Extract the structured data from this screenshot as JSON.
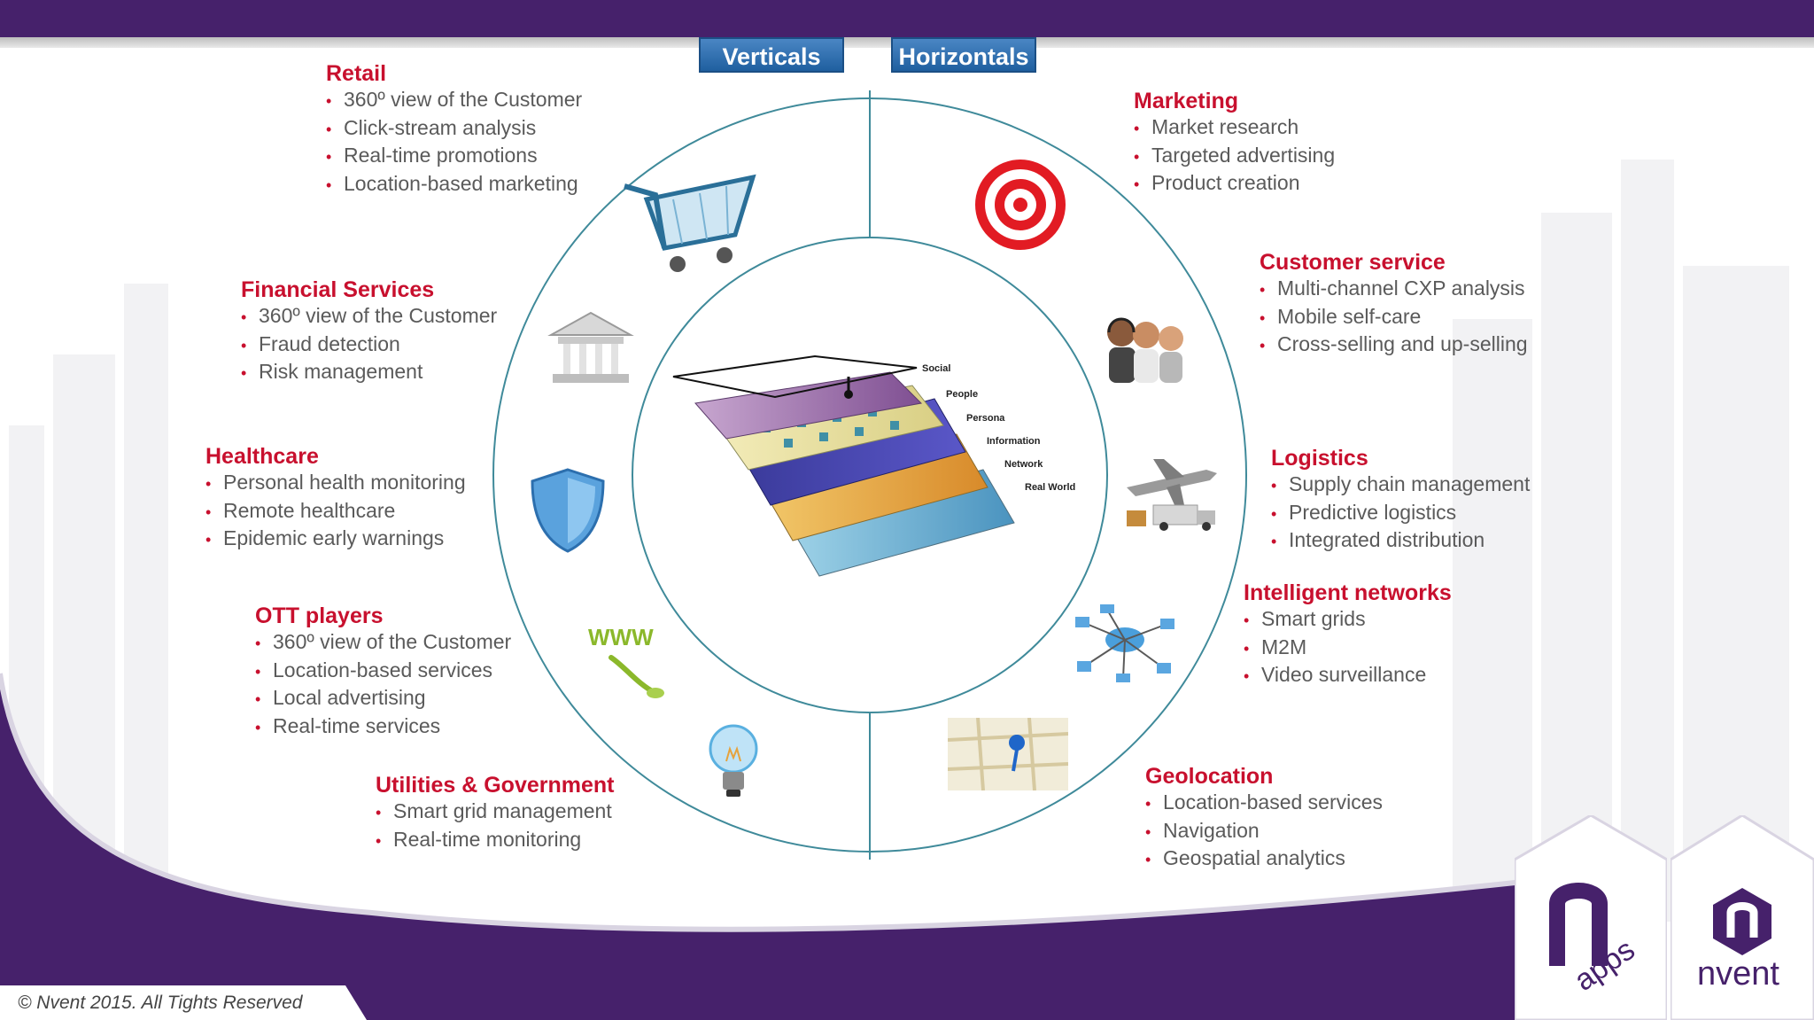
{
  "tabs": {
    "verticals": "Verticals",
    "horizontals": "Horizontals"
  },
  "segments": {
    "retail": {
      "title": "Retail",
      "items": [
        "360º view of the Customer",
        "Click-stream analysis",
        "Real-time promotions",
        "Location-based marketing"
      ]
    },
    "financial": {
      "title": "Financial Services",
      "items": [
        "360º view of the Customer",
        "Fraud detection",
        "Risk management"
      ]
    },
    "healthcare": {
      "title": "Healthcare",
      "items": [
        "Personal health monitoring",
        "Remote healthcare",
        "Epidemic  early warnings"
      ]
    },
    "ott": {
      "title": "OTT players",
      "items": [
        "360º view of the Customer",
        "Location-based services",
        "Local advertising",
        "Real-time services"
      ]
    },
    "utilities": {
      "title": "Utilities & Government",
      "items": [
        "Smart grid management",
        "Real-time monitoring"
      ]
    },
    "marketing": {
      "title": "Marketing",
      "items": [
        "Market research",
        "Targeted advertising",
        "Product creation"
      ]
    },
    "customer_service": {
      "title": "Customer service",
      "items": [
        "Multi-channel CXP  analysis",
        "Mobile self-care",
        "Cross-selling and up-selling"
      ]
    },
    "logistics": {
      "title": "Logistics",
      "items": [
        "Supply chain management",
        "Predictive logistics",
        "Integrated distribution"
      ]
    },
    "networks": {
      "title": "Intelligent networks",
      "items": [
        "Smart grids",
        "M2M",
        "Video surveillance"
      ]
    },
    "geolocation": {
      "title": "Geolocation",
      "items": [
        "Location-based services",
        "Navigation",
        "Geospatial analytics"
      ]
    }
  },
  "layers": {
    "social": "Social",
    "people": "People",
    "persona": "Persona",
    "information": "Information",
    "network": "Network",
    "real_world": "Real World"
  },
  "footer": {
    "copyright": "© Nvent 2015. All Tights Reserved"
  },
  "logos": {
    "apps": "apps",
    "nvent": "nvent"
  },
  "colors": {
    "brand_purple": "#46216b",
    "heading_red": "#c8102e",
    "tab_blue": "#2f6db0",
    "ring": "#3f8a9a"
  },
  "icons": [
    "shopping-cart-icon",
    "bank-icon",
    "shield-icon",
    "www-icon",
    "light-bulb-icon",
    "target-icon",
    "call-center-icon",
    "airplane-truck-icon",
    "network-icon",
    "map-pin-icon"
  ]
}
